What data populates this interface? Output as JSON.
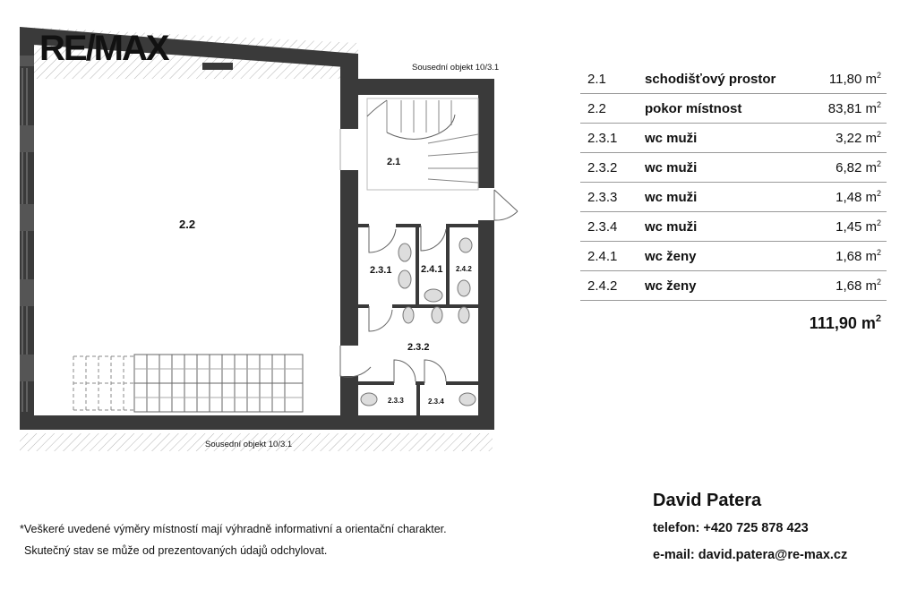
{
  "logo": {
    "text": "RE/MAX"
  },
  "plan": {
    "neighbor_top": "Sousední objekt 10/3.1",
    "neighbor_bottom": "Sousední objekt 10/3.1",
    "room_labels": [
      "2.1",
      "2.2",
      "2.3.1",
      "2.4.1",
      "2.4.2",
      "2.3.2",
      "2.3.3",
      "2.3.4"
    ]
  },
  "rooms": [
    {
      "num": "2.1",
      "name": "schodišťový prostor",
      "area": "11,80 m",
      "unit_sup": "2"
    },
    {
      "num": "2.2",
      "name": "pokor místnost",
      "area": "83,81 m",
      "unit_sup": "2"
    },
    {
      "num": "2.3.1",
      "name": "wc muži",
      "area": "3,22 m",
      "unit_sup": "2"
    },
    {
      "num": "2.3.2",
      "name": "wc muži",
      "area": "6,82 m",
      "unit_sup": "2"
    },
    {
      "num": "2.3.3",
      "name": "wc muži",
      "area": "1,48 m",
      "unit_sup": "2"
    },
    {
      "num": "2.3.4",
      "name": "wc muži",
      "area": "1,45 m",
      "unit_sup": "2"
    },
    {
      "num": "2.4.1",
      "name": "wc ženy",
      "area": "1,68 m",
      "unit_sup": "2"
    },
    {
      "num": "2.4.2",
      "name": "wc ženy",
      "area": "1,68 m",
      "unit_sup": "2"
    }
  ],
  "total": {
    "value": "111,90 m",
    "unit_sup": "2"
  },
  "notes": {
    "line1": "*Veškeré uvedené výměry místností mají výhradně informativní a orientační charakter.",
    "line2": "Skutečný stav se může od prezentovaných údajů odchylovat."
  },
  "contact": {
    "name": "David Patera",
    "phone": "telefon: +420 725 878 423",
    "email": "e-mail: david.patera@re-max.cz"
  }
}
